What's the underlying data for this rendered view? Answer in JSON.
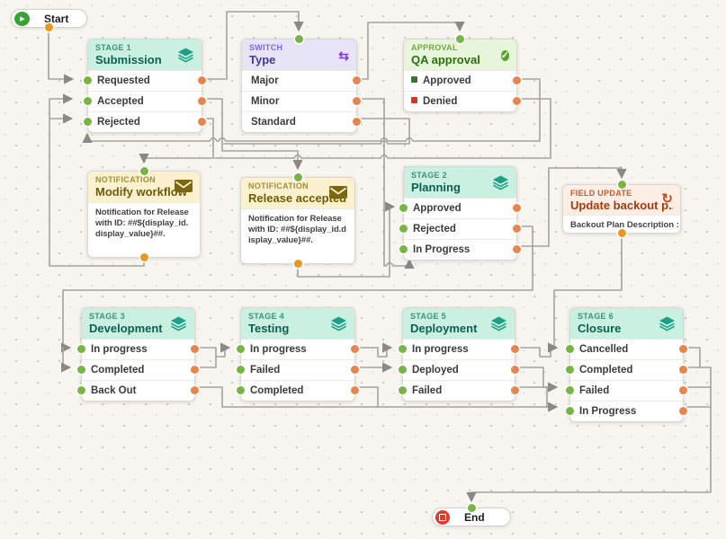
{
  "start": {
    "label": "Start"
  },
  "end": {
    "label": "End"
  },
  "nodes": {
    "stage1": {
      "category": "STAGE 1",
      "title": "Submission",
      "rows": [
        "Requested",
        "Accepted",
        "Rejected"
      ]
    },
    "switch_type": {
      "category": "SWITCH",
      "title": "Type",
      "rows": [
        "Major",
        "Minor",
        "Standard"
      ]
    },
    "approval": {
      "category": "APPROVAL",
      "title": "QA approval",
      "rows": [
        "Approved",
        "Denied"
      ]
    },
    "notif_modify": {
      "category": "NOTIFICATION",
      "title": "Modify workflow",
      "body": "Notification for Release with ID: ##${display_id.display_value}##."
    },
    "notif_release": {
      "category": "NOTIFICATION",
      "title": "Release accepted",
      "body": "Notification for Release with ID: ##${display_id.display_value}##."
    },
    "stage2": {
      "category": "STAGE 2",
      "title": "Planning",
      "rows": [
        "Approved",
        "Rejected",
        "In Progress"
      ]
    },
    "field_update": {
      "category": "FIELD UPDATE",
      "title": "Update backout p...",
      "body": "Backout Plan Description : ..."
    },
    "stage3": {
      "category": "STAGE 3",
      "title": "Development",
      "rows": [
        "In progress",
        "Completed",
        "Back Out"
      ]
    },
    "stage4": {
      "category": "STAGE 4",
      "title": "Testing",
      "rows": [
        "In progress",
        "Failed",
        "Completed"
      ]
    },
    "stage5": {
      "category": "STAGE 5",
      "title": "Deployment",
      "rows": [
        "In progress",
        "Deployed",
        "Failed"
      ]
    },
    "stage6": {
      "category": "STAGE 6",
      "title": "Closure",
      "rows": [
        "Cancelled",
        "Completed",
        "Failed",
        "In Progress"
      ]
    }
  },
  "icons": {
    "stage": "layers-icon",
    "switch": "swap-arrows-icon",
    "approval": "check-circle-icon",
    "notification": "envelope-icon",
    "field_update": "refresh-icon",
    "start": "play-icon",
    "end": "stop-icon",
    "switch_glyph": "⇆",
    "refresh_glyph": "↻",
    "check_glyph": "✓",
    "play_glyph": "▶"
  },
  "colors": {
    "stage_header": "#c9f0e1",
    "switch_header": "#e8e4f7",
    "approval_header": "#e7f5da",
    "notification_header": "#fbf1cf",
    "field_update_header": "#fdeee5",
    "input_port": "#79b545",
    "output_port": "#e6854d",
    "bottom_port": "#e8981e",
    "approved_square": "#2e7d1e",
    "denied_square": "#dd3322",
    "wire": "#a5a29b",
    "start_icon": "#3aa235",
    "end_icon": "#e53a2c"
  }
}
